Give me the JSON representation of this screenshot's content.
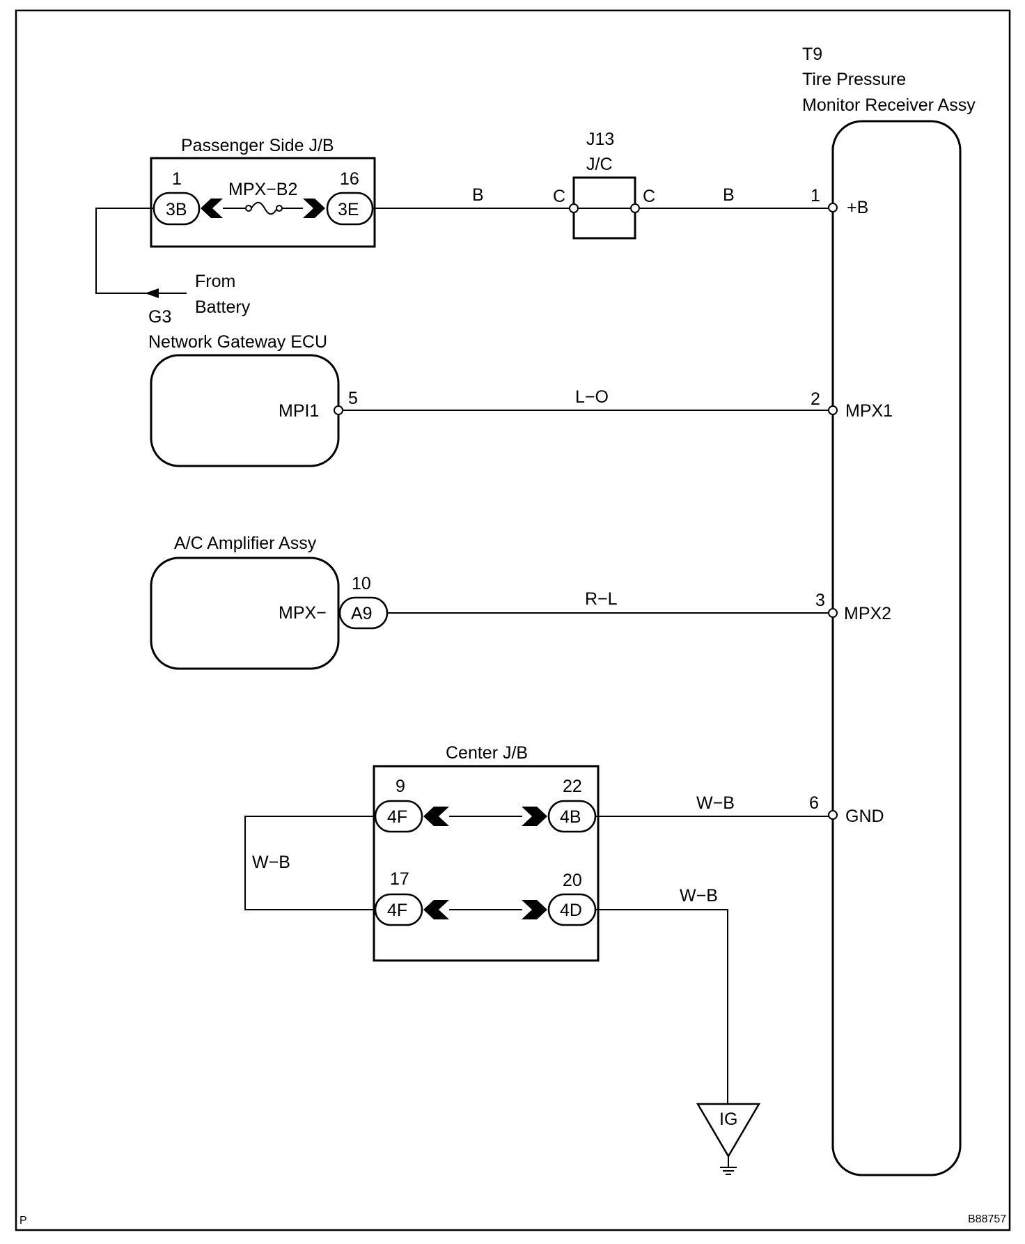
{
  "diagram_id": "B88757",
  "corner_mark": "P",
  "receiver": {
    "code": "T9",
    "name_line1": "Tire Pressure",
    "name_line2": "Monitor Receiver Assy",
    "pins": [
      {
        "num": "1",
        "name": "+B"
      },
      {
        "num": "2",
        "name": "MPX1"
      },
      {
        "num": "3",
        "name": "MPX2"
      },
      {
        "num": "6",
        "name": "GND"
      }
    ]
  },
  "passenger_jb": {
    "title": "Passenger Side J/B",
    "fuse": "MPX−B2",
    "left_pin": "1",
    "left_conn": "3B",
    "right_pin": "16",
    "right_conn": "3E"
  },
  "battery": {
    "line1": "From",
    "line2": "Battery"
  },
  "jc": {
    "code": "J13",
    "name": "J/C",
    "left_pin": "C",
    "right_pin": "C"
  },
  "gateway": {
    "code": "G3",
    "name": "Network Gateway ECU",
    "terminal": "MPI1",
    "pin": "5"
  },
  "ac_amp": {
    "name": "A/C Amplifier Assy",
    "terminal": "MPX−",
    "pin": "10",
    "conn": "A9"
  },
  "center_jb": {
    "title": "Center J/B",
    "row1": {
      "left_pin": "9",
      "left_conn": "4F",
      "right_pin": "22",
      "right_conn": "4B"
    },
    "row2": {
      "left_pin": "17",
      "left_conn": "4F",
      "right_pin": "20",
      "right_conn": "4D"
    }
  },
  "ground": {
    "label": "IG"
  },
  "wires": {
    "b_left": "B",
    "b_right": "B",
    "l_o": "L−O",
    "r_l": "R−L",
    "w_b_gnd": "W−B",
    "w_b_loop": "W−B",
    "w_b_ground": "W−B"
  }
}
